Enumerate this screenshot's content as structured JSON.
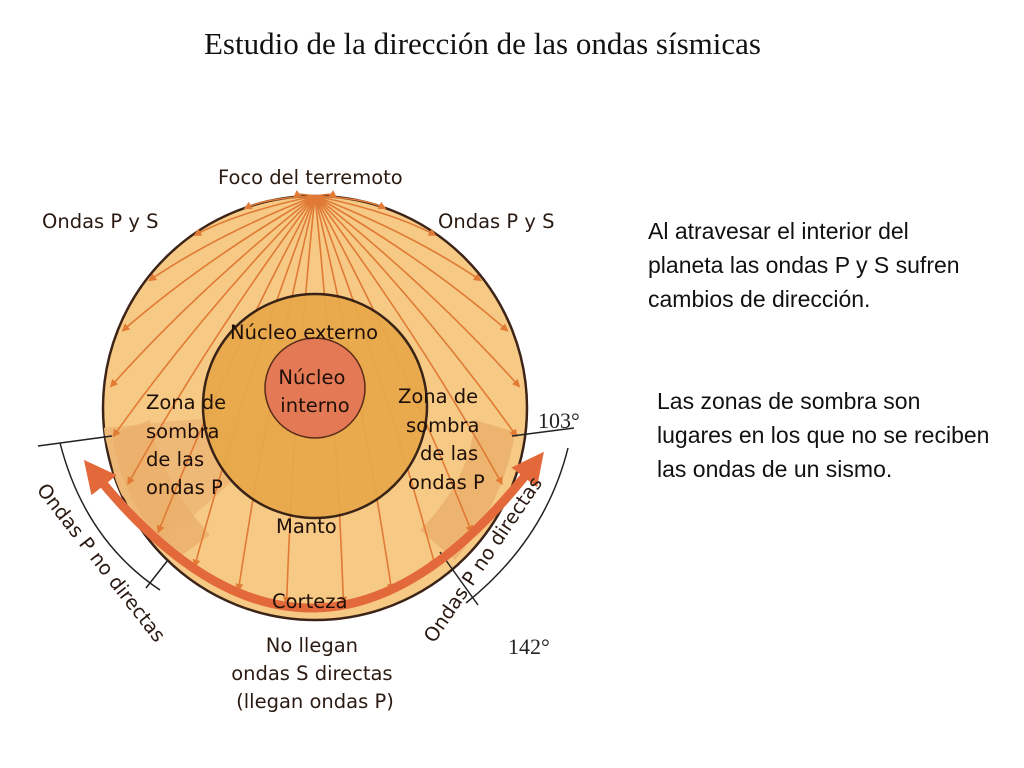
{
  "slide": {
    "title": "Estudio de la dirección de las ondas sísmicas"
  },
  "diagram": {
    "labels": {
      "focus": "Foco del terremoto",
      "waves_left": "Ondas P y S",
      "waves_right": "Ondas P y S",
      "outer_core": "Núcleo externo",
      "inner_core": [
        "Núcleo",
        "interno"
      ],
      "shadow_left": [
        "Zona de",
        "sombra",
        "de las",
        "ondas P"
      ],
      "shadow_right": [
        "Zona de",
        "sombra",
        "de las",
        "ondas P"
      ],
      "mantle": "Manto",
      "crust": "Corteza",
      "no_s_waves": [
        "No llegan",
        "ondas S directas",
        "(llegan ondas P)"
      ],
      "indirect_left": "Ondas P no directas",
      "indirect_right": "Ondas P no directas",
      "angle_103": "103°",
      "angle_142": "142°"
    },
    "colors": {
      "mantle": "#f6c985",
      "outer_core": "#e8a84a",
      "inner_core": "#e47a55",
      "shadow": "#eeb877",
      "rays": "#e07a35",
      "arrow": "#e3693a",
      "outline": "#3d2418"
    }
  },
  "text": {
    "paragraph_1": "Al atravesar el interior del planeta las ondas P y S sufren cambios de dirección.",
    "paragraph_2": "Las zonas de sombra son lugares en los que no se reciben las ondas de un sismo."
  }
}
